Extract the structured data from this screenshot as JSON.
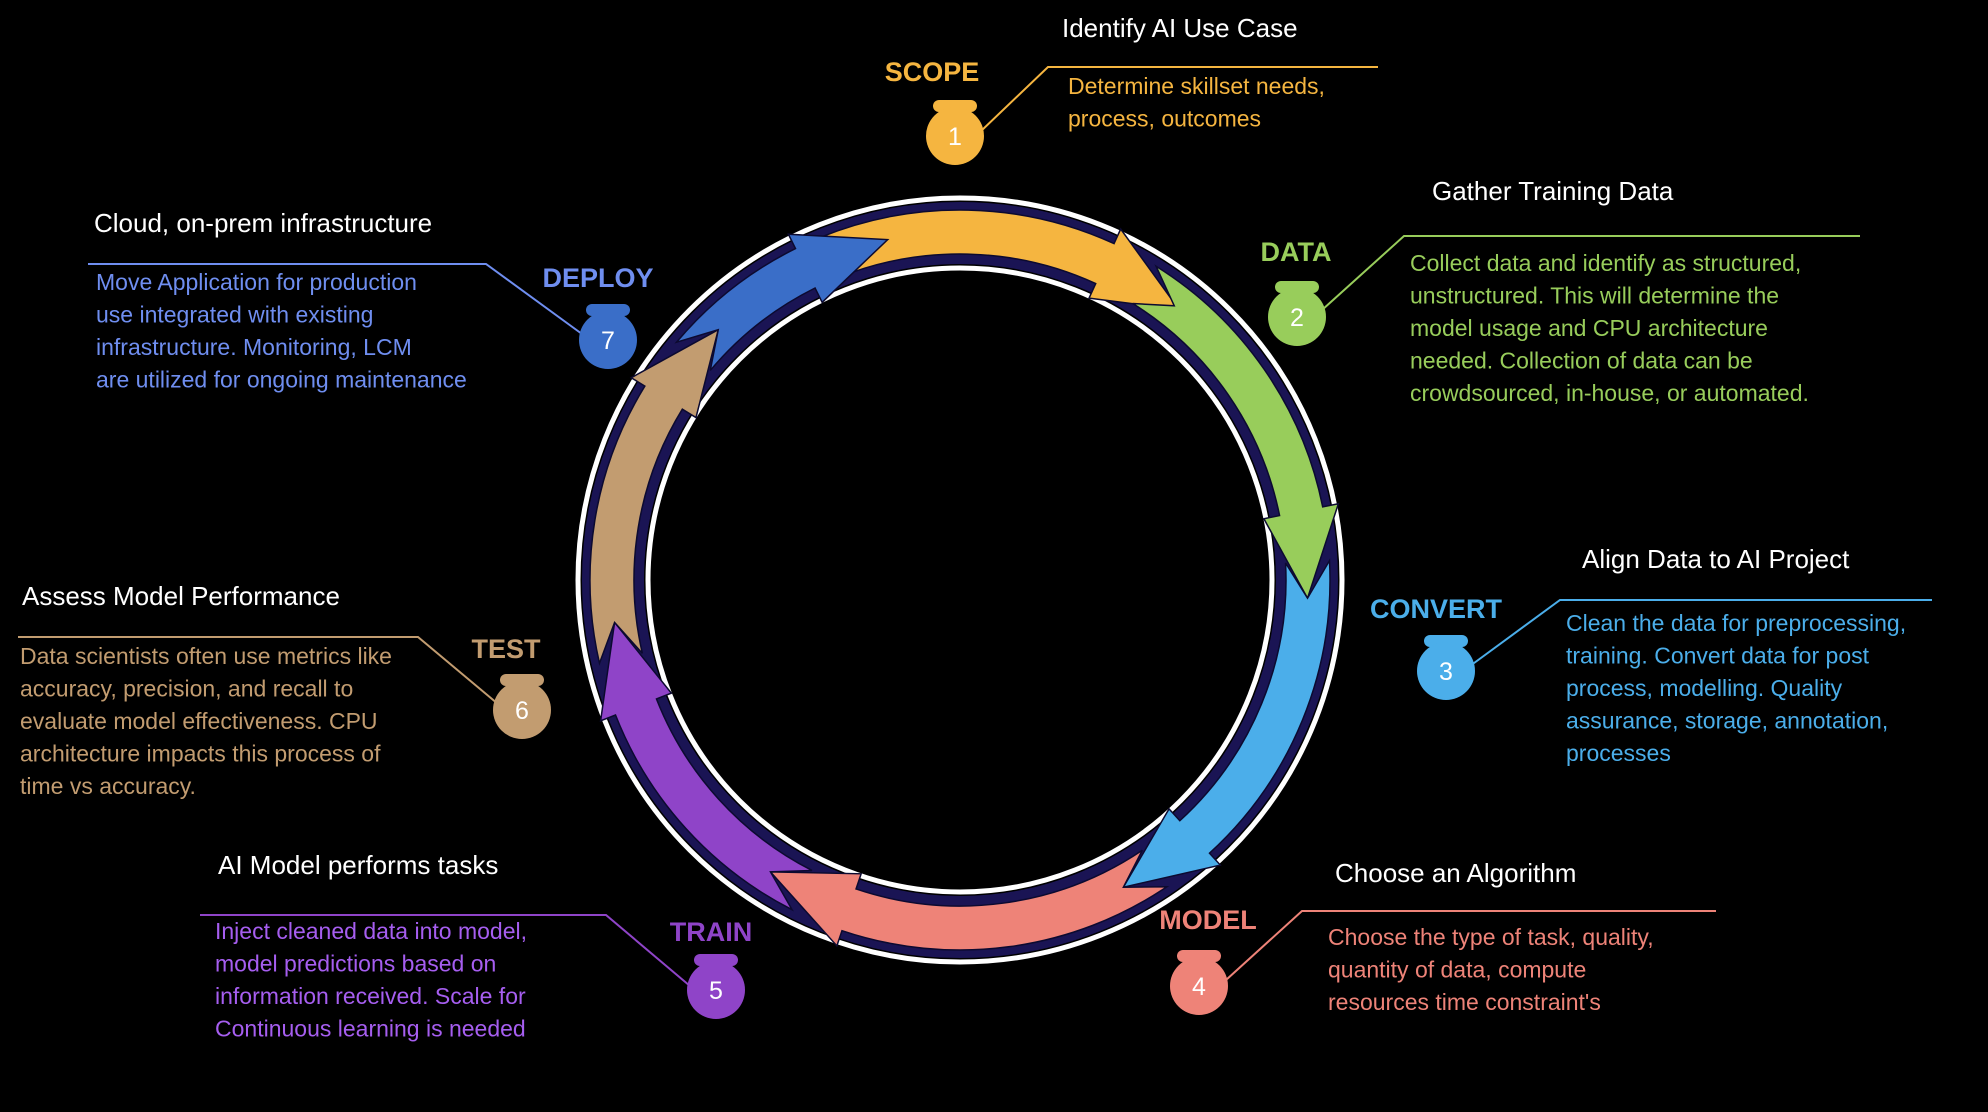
{
  "stages": [
    {
      "num": "1",
      "label": "SCOPE",
      "color": "#F5B540",
      "heading": "Identify AI Use Case",
      "description": [
        "Determine skillset needs,",
        "process, outcomes"
      ]
    },
    {
      "num": "2",
      "label": "DATA",
      "color": "#98CD5B",
      "heading": "Gather Training Data",
      "description": [
        "Collect data and identify as structured,",
        "unstructured. This will determine the",
        "model usage and CPU architecture",
        "needed. Collection of data can be",
        "crowdsourced, in-house, or automated."
      ]
    },
    {
      "num": "3",
      "label": "CONVERT",
      "color": "#4BAEEA",
      "heading": "Align Data to AI Project",
      "description": [
        "Clean the data for preprocessing,",
        "training. Convert data for post",
        "process, modelling.  Quality",
        "assurance, storage,  annotation,",
        "processes"
      ]
    },
    {
      "num": "4",
      "label": "MODEL",
      "color": "#EE8378",
      "heading": "Choose an Algorithm",
      "description": [
        "Choose the type of task, quality,",
        "quantity of data,  compute",
        "resources time constraint's"
      ]
    },
    {
      "num": "5",
      "label": "TRAIN",
      "color": "#8F44C8",
      "heading": "AI Model performs tasks",
      "description": [
        "Inject cleaned data into model,",
        "model predictions based on",
        "information received. Scale for",
        "Continuous learning is needed"
      ]
    },
    {
      "num": "6",
      "label": "TEST",
      "color": "#C29C70",
      "heading": "Assess Model Performance",
      "description": [
        "Data scientists often use metrics like",
        "accuracy, precision, and recall to",
        "evaluate model effectiveness. CPU",
        "architecture impacts this process of",
        "time vs accuracy."
      ]
    },
    {
      "num": "7",
      "label": "DEPLOY",
      "color": "#3A6EC8",
      "heading": "Cloud, on-prem infrastructure",
      "description": [
        "Move Application for production",
        "use integrated with existing",
        "infrastructure. Monitoring, LCM",
        "are utilized for ongoing maintenance"
      ]
    }
  ],
  "colors": {
    "background": "#000000",
    "ring_band": "#1A1454",
    "ring_outline": "#FFFFFF",
    "heading_text": "#FFFFFF",
    "label_text_deploy": "#6F8EF0",
    "label_text_convert": "#4BAEEA",
    "desc_text_deploy": "#6F8EF0",
    "desc_text_convert": "#4BAEEA",
    "desc_text_train": "#A65EF0"
  }
}
